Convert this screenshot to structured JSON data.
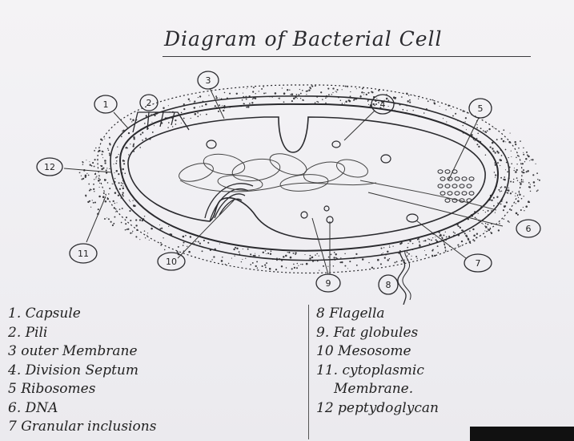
{
  "title": "Diagram of Bacterial Cell",
  "callouts": [
    "1",
    "2",
    "3",
    "4",
    "5",
    "6",
    "7",
    "8",
    "9",
    "10",
    "11",
    "12"
  ],
  "legend_left": [
    "1. Capsule",
    "2. Pili",
    "3 outer Membrane",
    "4. Division Septum",
    "5 Ribosomes",
    "6. DNA",
    "7 Granular inclusions"
  ],
  "legend_right": [
    "8 Flagella",
    "9. Fat globules",
    "10 Mesosome",
    "11. cytoplasmic",
    "Membrane.",
    "12 peptydoglycan"
  ],
  "colors": {
    "ink": "#2a2a2e",
    "paper": "#f1f0f3"
  }
}
